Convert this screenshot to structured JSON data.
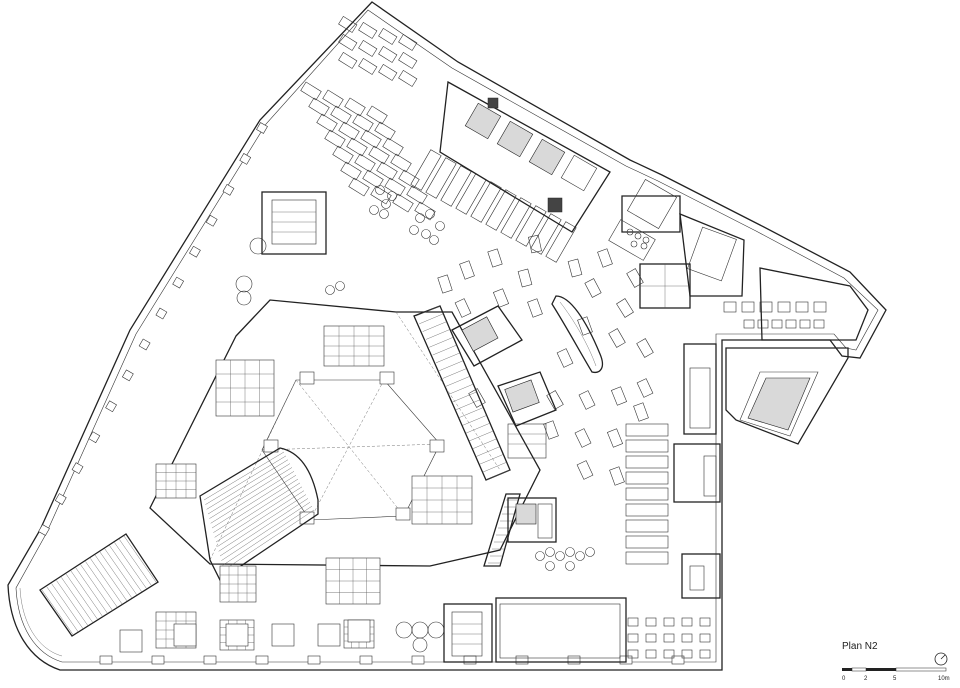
{
  "drawing": {
    "title": "Plan N2",
    "scale_bar": {
      "ticks": [
        "0",
        "2",
        "5",
        "10m"
      ]
    },
    "north_icon": "north-arrow-circle-icon"
  }
}
